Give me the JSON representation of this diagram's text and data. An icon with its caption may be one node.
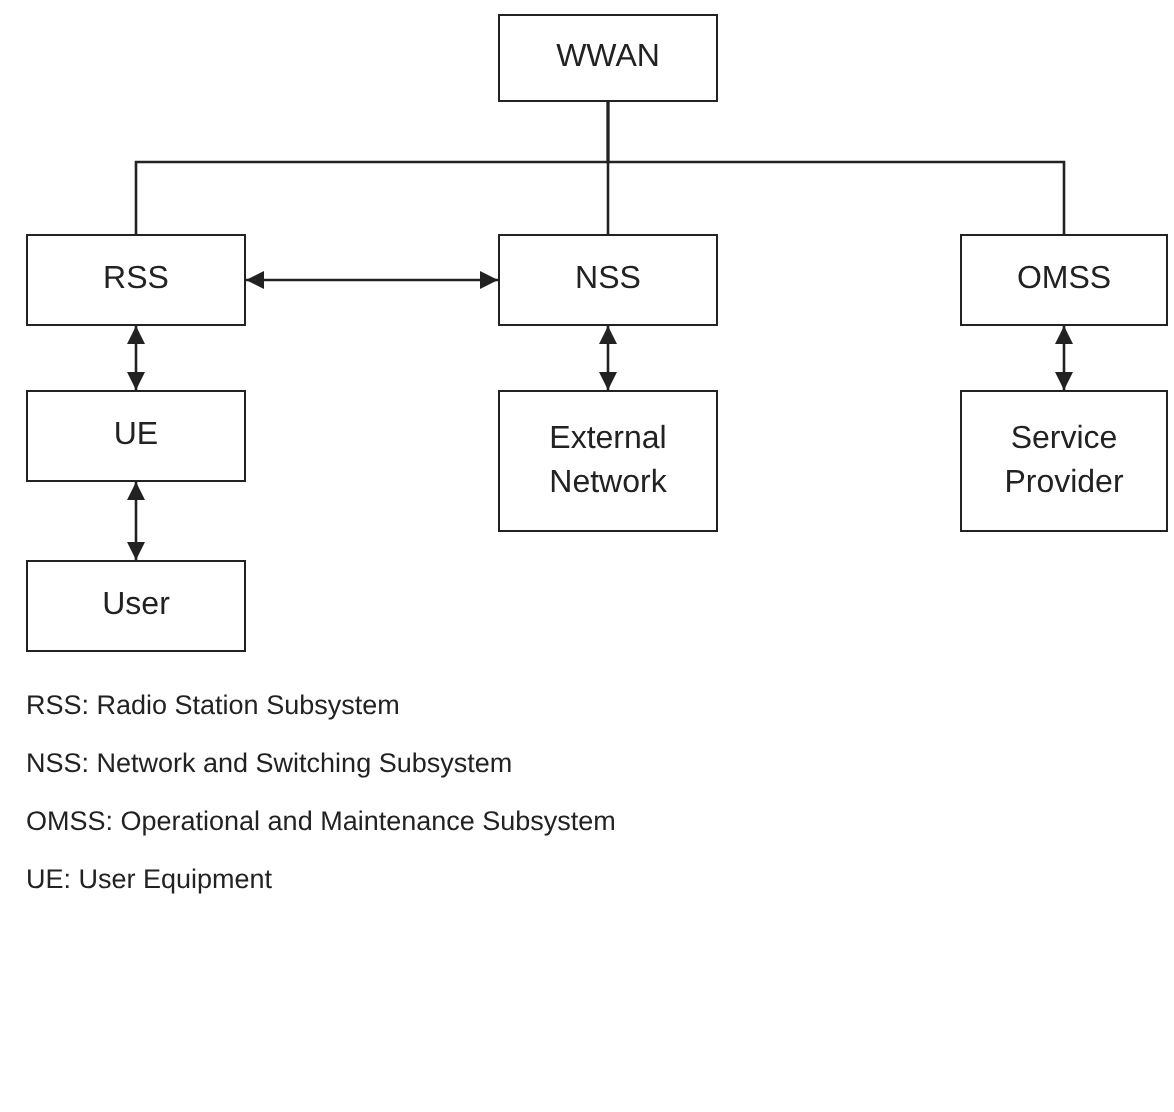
{
  "diagram": {
    "nodes": [
      {
        "text": [
          "WWAN"
        ]
      },
      {
        "text": [
          "RSS"
        ]
      },
      {
        "text": [
          "NSS"
        ]
      },
      {
        "text": [
          "OMSS"
        ]
      },
      {
        "text": [
          "UE"
        ]
      },
      {
        "text": [
          "External Network"
        ]
      },
      {
        "text": [
          "Service Provider"
        ]
      },
      {
        "text": [
          "User"
        ]
      }
    ],
    "edges": [
      {
        "from": 0,
        "to": 1,
        "arrow": "none"
      },
      {
        "from": 0,
        "to": 2,
        "arrow": "none"
      },
      {
        "from": 0,
        "to": 3,
        "arrow": "none"
      },
      {
        "from": 1,
        "to": 2,
        "arrow": "both"
      },
      {
        "from": 1,
        "to": 4,
        "arrow": "both"
      },
      {
        "from": 2,
        "to": 5,
        "arrow": "both"
      },
      {
        "from": 3,
        "to": 6,
        "arrow": "both"
      },
      {
        "from": 4,
        "to": 7,
        "arrow": "both"
      }
    ],
    "labels": [
      "RSS: Radio Station Subsystem",
      "NSS: Network and Switching Subsystem",
      "OMSS: Operational and Maintenance Subsystem",
      "UE: User Equipment"
    ]
  }
}
